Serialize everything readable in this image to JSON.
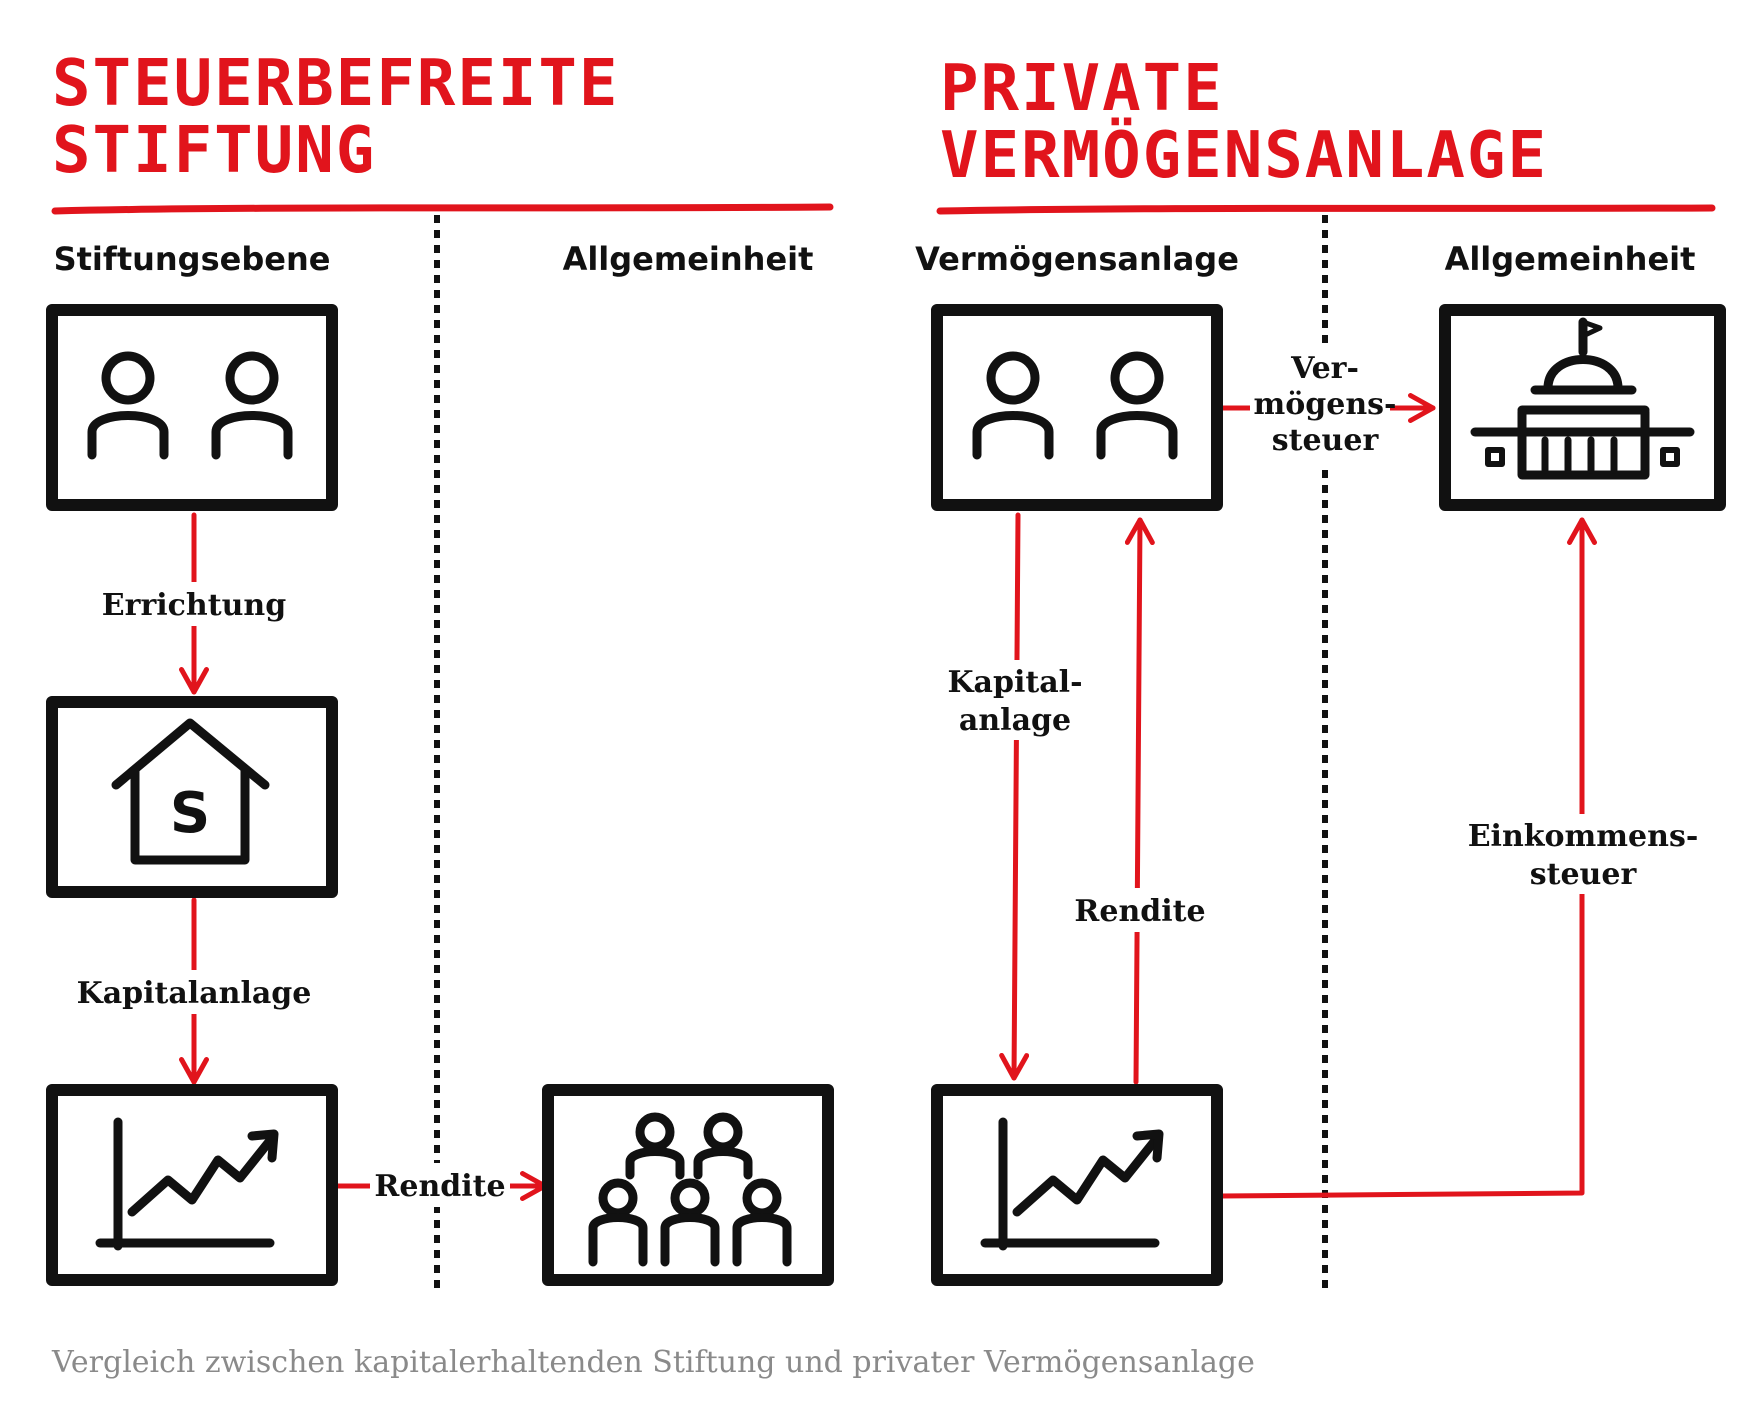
{
  "left": {
    "title_line1": "STEUERBEFREITE",
    "title_line2": "STIFTUNG",
    "col1_label": "Stiftungsebene",
    "col2_label": "Allgemeinheit",
    "flow_errichtung": "Errichtung",
    "flow_kapitalanlage": "Kapitalanlage",
    "flow_rendite": "Rendite",
    "foundation_letter": "S"
  },
  "right": {
    "title_line1": "PRIVATE",
    "title_line2": "VERMÖGENSANLAGE",
    "col1_label": "Vermögensanlage",
    "col2_label": "Allgemeinheit",
    "flow_vermoegenssteuer_1": "Ver-",
    "flow_vermoegenssteuer_2": "mögens-",
    "flow_vermoegenssteuer_3": "steuer",
    "flow_kapitalanlage_1": "Kapital-",
    "flow_kapitalanlage_2": "anlage",
    "flow_rendite": "Rendite",
    "flow_einkommenssteuer_1": "Einkommens-",
    "flow_einkommenssteuer_2": "steuer"
  },
  "caption": "Vergleich zwischen kapitalerhaltenden Stiftung und privater Vermögensanlage",
  "colors": {
    "accent": "#e1141c",
    "ink": "#111111",
    "caption": "#8a8a8a"
  }
}
